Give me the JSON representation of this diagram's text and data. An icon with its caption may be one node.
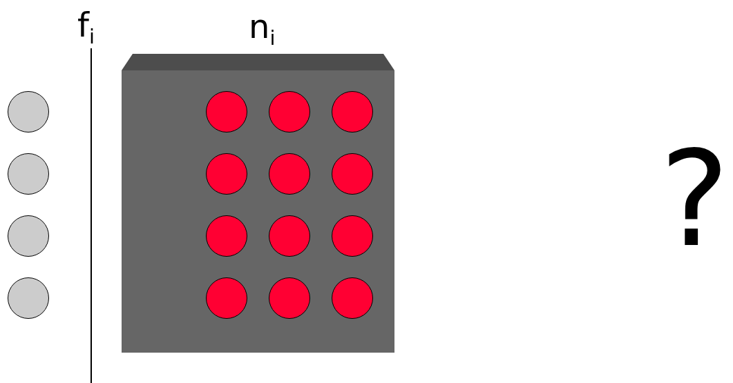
{
  "diagram": {
    "nodes": [
      {
        "text": [],
        "shape": "circle"
      },
      {
        "text": [],
        "shape": "circle"
      },
      {
        "text": [],
        "shape": "circle"
      },
      {
        "text": [],
        "shape": "circle"
      },
      {
        "text": [
          "n$_{i}$"
        ]
      },
      {
        "text": [],
        "shape": "circle",
        "in": 4
      },
      {
        "text": [],
        "shape": "circle",
        "in": 4
      },
      {
        "text": [],
        "shape": "circle",
        "in": 4
      },
      {
        "text": [],
        "shape": "circle",
        "in": 4
      },
      {
        "text": [],
        "shape": "circle",
        "in": 4
      },
      {
        "text": [],
        "shape": "circle",
        "in": 4
      },
      {
        "text": [],
        "shape": "circle",
        "in": 4
      },
      {
        "text": [],
        "shape": "circle",
        "in": 4
      },
      {
        "text": [],
        "shape": "circle",
        "in": 4
      },
      {
        "text": [],
        "shape": "circle",
        "in": 4
      },
      {
        "text": [],
        "shape": "circle",
        "in": 4
      },
      {
        "text": [],
        "shape": "circle",
        "in": 4
      }
    ],
    "labels": [
      "f$_{i}$",
      "?"
    ]
  }
}
